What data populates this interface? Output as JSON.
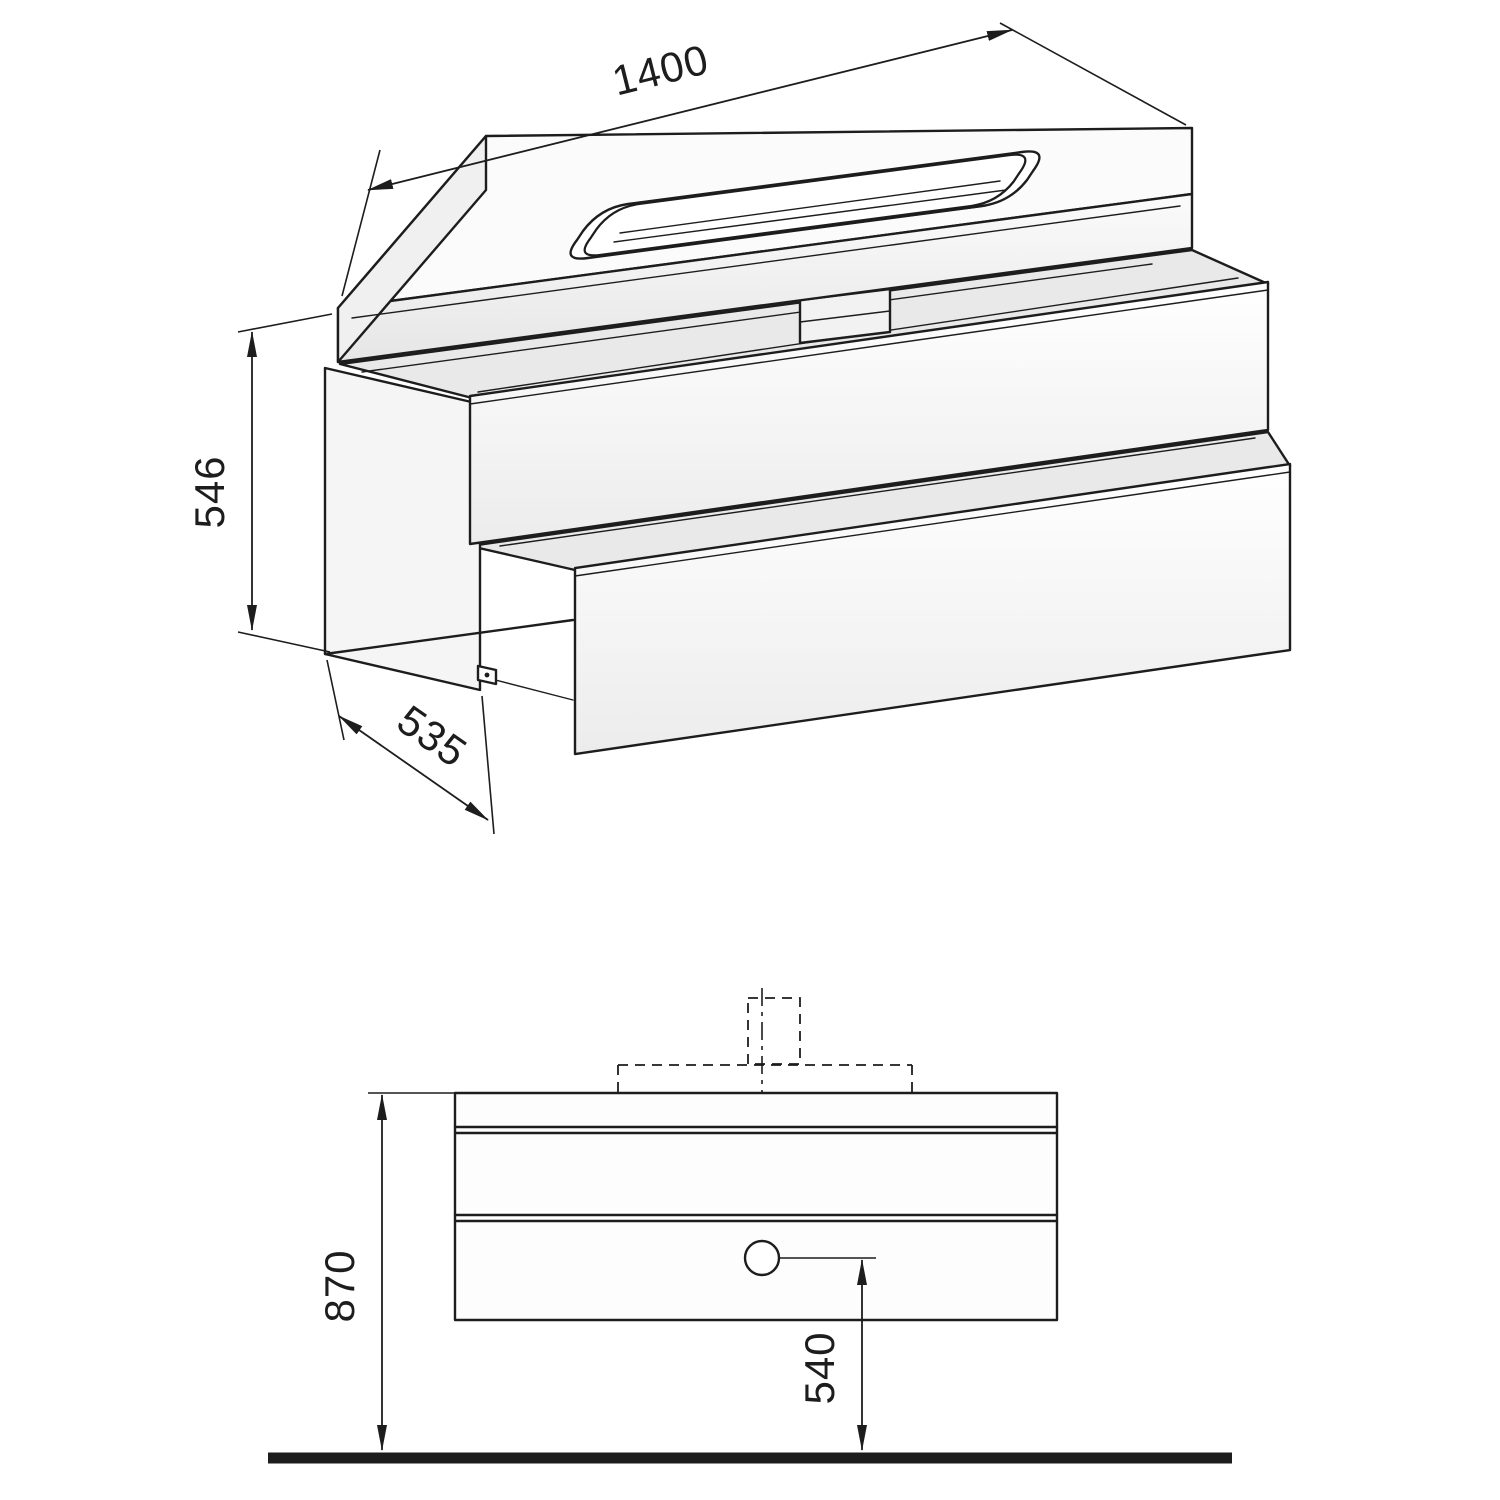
{
  "diagram": {
    "isometric_view": {
      "width_label": "1400",
      "height_label": "546",
      "depth_label": "535"
    },
    "elevation_view": {
      "overall_height_label": "870",
      "drain_height_label": "540"
    },
    "colors": {
      "line": "#1d1d1d",
      "background": "#ffffff",
      "cavity_shade": "#e9e9e9",
      "panel_shade": "#f5f5f5"
    }
  }
}
